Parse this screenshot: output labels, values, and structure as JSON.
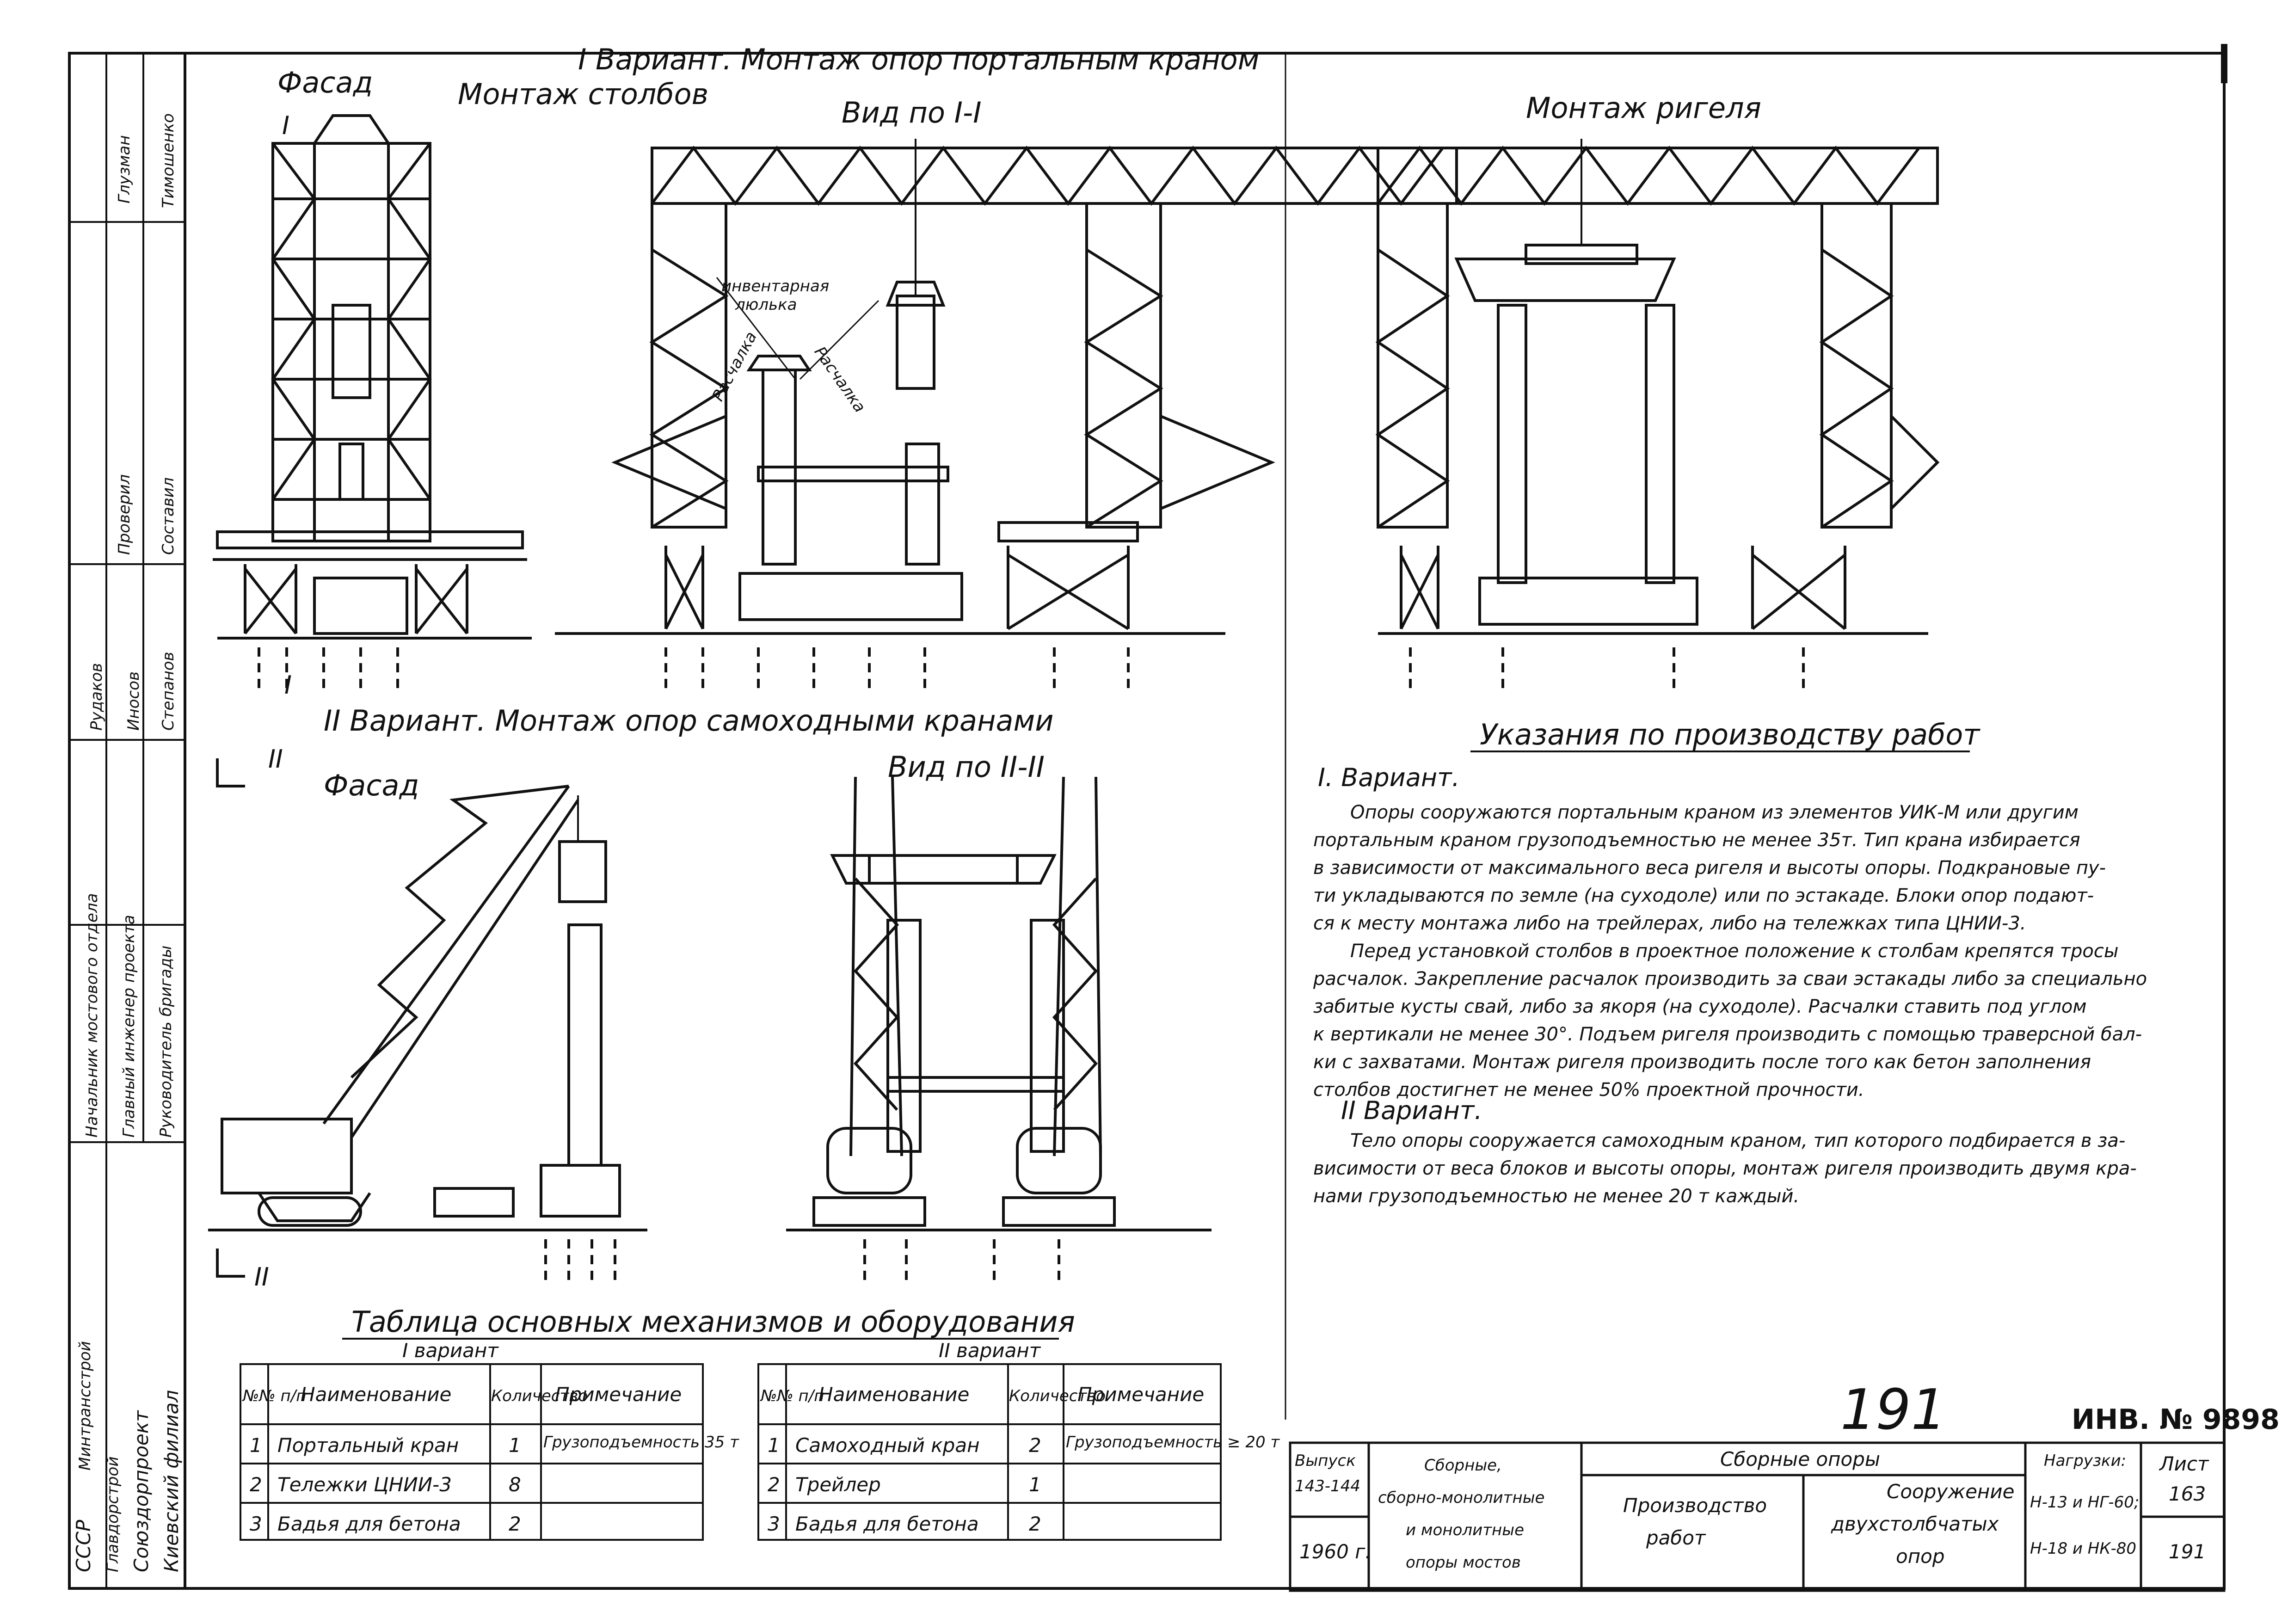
{
  "sheet_number": "191",
  "inventory_number": "ИНВ. № 9898",
  "variant1": {
    "heading": "I Вариант.  Монтаж опор портальным краном",
    "facade_title": "Фасад",
    "columns_title": "Монтаж столбов",
    "section_I_mark": "I",
    "view_title": "Вид по I-I",
    "crossbeam_title": "Монтаж ригеля",
    "label_cradle": "инвентарная люлька",
    "label_guy_left": "Расчалка",
    "label_guy_right": "Расчалка"
  },
  "variant2": {
    "heading": "II Вариант.  Монтаж опор самоходными кранами",
    "facade_title": "Фасад",
    "section_II_mark": "II",
    "view_title": "Вид по II-II"
  },
  "instructions": {
    "title": "Указания по производству работ",
    "v1_heading": "I. Вариант.",
    "v1_lines": [
      "Опоры сооружаются портальным краном из элементов УИК-М или другим",
      "портальным краном грузоподъемностью не менее 35т. Тип крана избирается",
      "в зависимости от максимального веса ригеля и высоты опоры. Подкрановые пу-",
      "ти укладываются по земле (на суходоле) или по эстакаде. Блоки опор подают-",
      "ся к месту монтажа либо на трейлерах, либо на тележках типа ЦНИИ-3.",
      "Перед установкой столбов в проектное положение к столбам крепятся тросы",
      "расчалок. Закрепление расчалок производить за сваи эстакады либо за специально",
      "забитые кусты свай, либо за якоря (на суходоле). Расчалки ставить под углом",
      "к вертикали не менее 30°. Подъем ригеля производить с помощью траверсной бал-",
      "ки с захватами. Монтаж ригеля производить после того как бетон заполнения",
      "столбов достигнет не менее 50% проектной прочности."
    ],
    "v2_heading": "II Вариант.",
    "v2_lines": [
      "Тело опоры сооружается самоходным краном, тип которого подбирается в за-",
      "висимости от веса блоков и высоты опоры, монтаж ригеля производить двумя кра-",
      "нами грузоподъемностью не менее 20 т каждый."
    ]
  },
  "equipment": {
    "title": "Таблица основных механизмов и оборудования",
    "v1": {
      "caption": "I вариант",
      "headers": [
        "№№ п/п",
        "Наименование",
        "Количество",
        "Примечание"
      ],
      "rows": [
        [
          "1",
          "Портальный кран",
          "1",
          "Грузоподъемность 35 т"
        ],
        [
          "2",
          "Тележки ЦНИИ-3",
          "8",
          ""
        ],
        [
          "3",
          "Бадья для бетона",
          "2",
          ""
        ]
      ]
    },
    "v2": {
      "caption": "II вариант",
      "headers": [
        "№№ п/п",
        "Наименование",
        "Количество",
        "Примечание"
      ],
      "rows": [
        [
          "1",
          "Самоходный кран",
          "2",
          "Грузоподъемность ≥ 20 т"
        ],
        [
          "2",
          "Трейлер",
          "1",
          ""
        ],
        [
          "3",
          "Бадья для бетона",
          "2",
          ""
        ]
      ]
    }
  },
  "title_block": {
    "issue_label": "Выпуск",
    "issue": "143-144",
    "year": "1960 г.",
    "series_lines": [
      "Сборные,",
      "сборно-монолитные",
      "и монолитные",
      "опоры мостов"
    ],
    "group": "Сборные опоры",
    "section_lines": [
      "Производство",
      "работ"
    ],
    "structure_lines": [
      "Сооружение",
      "двухстолбчатых",
      "опор"
    ],
    "loads_label": "Нагрузки:",
    "loads_lines": [
      "Н-13 и НГ-60;",
      "Н-18 и НК-80"
    ],
    "sheet_label": "Лист",
    "sheet_value": "163",
    "page_value": "191"
  },
  "side_stamp": {
    "col1": [
      "СССР",
      "Минтрансстрой",
      "Главдорстрой",
      "Союздорпроект",
      "Киевский филиал"
    ],
    "roles": [
      "Начальник мостового отдела",
      "Главный инженер проекта",
      "Руководитель бригады"
    ],
    "names_a": [
      "Рудаков",
      "Проверил",
      "Глузман"
    ],
    "names_b": [
      "Иносов",
      "Степанов",
      "Составил",
      "Тимошенко"
    ]
  }
}
